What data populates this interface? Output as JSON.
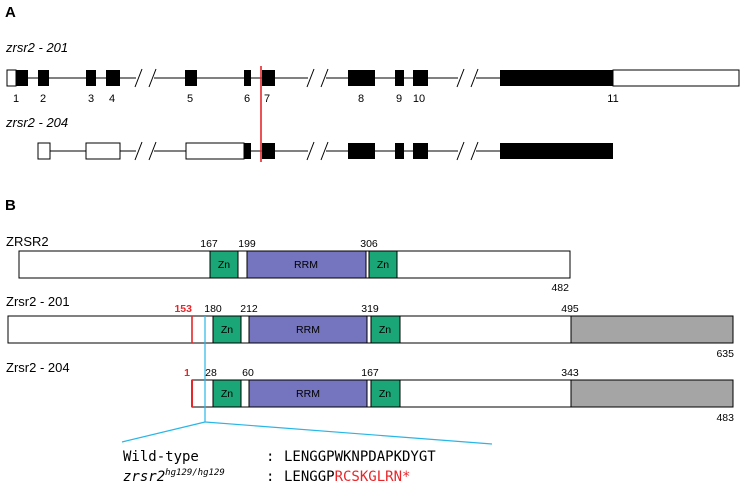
{
  "panels": {
    "a": "A",
    "b": "B"
  },
  "gene": {
    "t201": "zrsr2 - 201",
    "t204": "zrsr2 - 204",
    "exon_numbers": [
      "1",
      "2",
      "3",
      "4",
      "5",
      "6",
      "7",
      "8",
      "9",
      "10",
      "11"
    ]
  },
  "proteins": {
    "zrsr2": {
      "name": "ZRSR2",
      "length": "482",
      "positions": [
        "167",
        "199",
        "306"
      ]
    },
    "zrsr2_201": {
      "name": "Zrsr2 - 201",
      "length": "635",
      "mutation_pos": "153",
      "positions": [
        "180",
        "212",
        "319",
        "495"
      ]
    },
    "zrsr2_204": {
      "name": "Zrsr2 - 204",
      "length": "483",
      "mutation_pos": "1",
      "positions": [
        "28",
        "60",
        "167",
        "343"
      ]
    }
  },
  "domains": {
    "zn": "Zn",
    "rrm": "RRM"
  },
  "sequence": {
    "wt_label": "Wild-type",
    "wt_sep": ":",
    "wt_seq": "LENGGPWKNPDAPKDYGT",
    "mut_label": "zrsr2",
    "mut_sup": "hg129/hg129",
    "mut_sep": ":",
    "mut_seq_black": "LENGGP",
    "mut_seq_red": "RCSKGLRN*"
  },
  "colors": {
    "zn": "#1aa676",
    "rrm": "#7474bf",
    "tail": "#a6a5a5",
    "mutation": "#e8262a",
    "zoom": "#29b6e6"
  }
}
